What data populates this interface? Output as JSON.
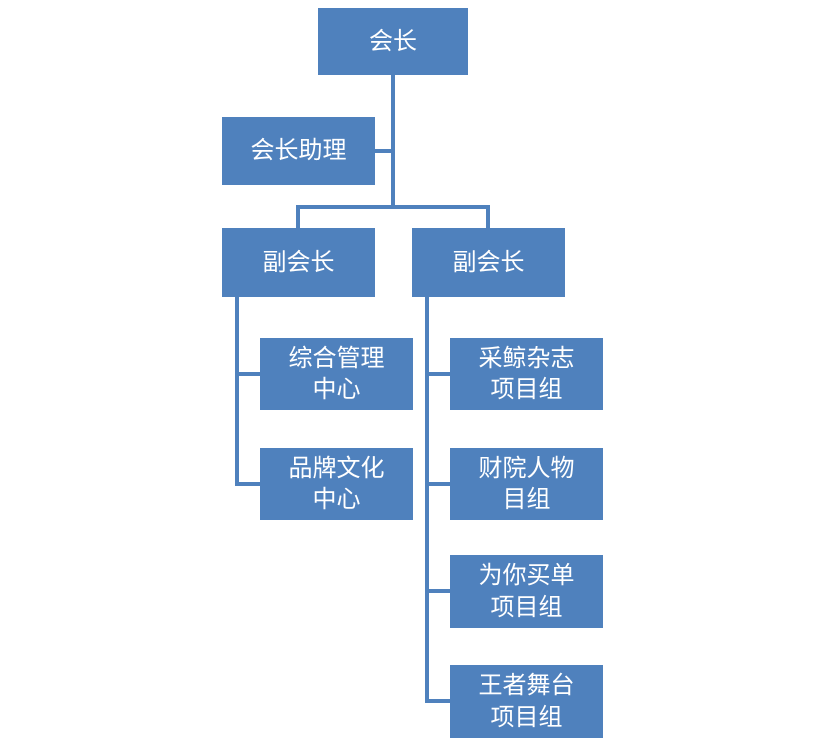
{
  "org_chart": {
    "president": "会长",
    "assistant": "会长助理",
    "vice_president_left": "副会长",
    "vice_president_right": "副会长",
    "left_departments": [
      "综合管理\n中心",
      "品牌文化\n中心"
    ],
    "right_departments": [
      "采鲸杂志\n项目组",
      "财院人物\n目组",
      "为你买单\n项目组",
      "王者舞台\n项目组"
    ]
  },
  "colors": {
    "node-fill": "#4f81bd",
    "connector": "#4f81bd",
    "node-text": "#ffffff",
    "background": "#ffffff"
  }
}
